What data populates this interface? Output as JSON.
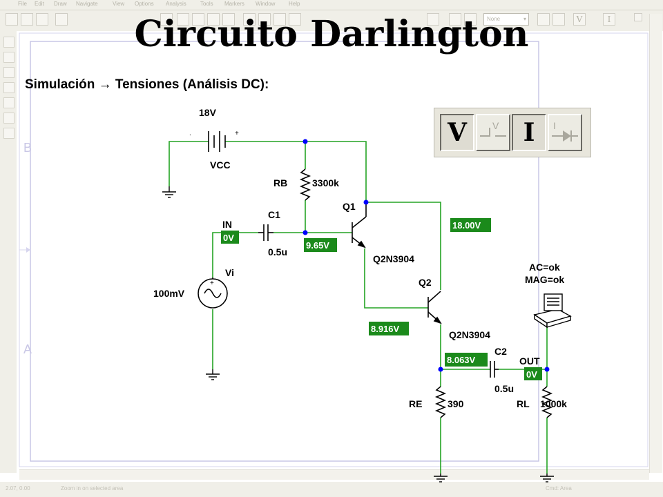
{
  "menu": {
    "items": [
      "File",
      "Edit",
      "Draw",
      "Navigate",
      "View",
      "Options",
      "Analysis",
      "Tools",
      "Markers",
      "Window",
      "Help"
    ]
  },
  "toolbar": {
    "combo_value": "None"
  },
  "slide": {
    "title": "Circuito Darlington",
    "subtitle": "Simulación → Tensiones (Análisis DC):"
  },
  "vi_toolbar": {
    "v_label": "V",
    "i_label": "I"
  },
  "schematic": {
    "border_labels": {
      "b": "B",
      "a": "A"
    },
    "vcc": {
      "value": "18V",
      "name": "VCC",
      "plus": "+",
      "minus": "."
    },
    "rb": {
      "name": "RB",
      "value": "3300k"
    },
    "c1": {
      "name": "C1",
      "value": "0.5u"
    },
    "q1": {
      "name": "Q1",
      "model": "Q2N3904"
    },
    "q2": {
      "name": "Q2",
      "model": "Q2N3904"
    },
    "vi": {
      "name": "Vi",
      "value": "100mV"
    },
    "in_label": "IN",
    "c2": {
      "name": "C2",
      "value": "0.5u"
    },
    "out_label": "OUT",
    "re": {
      "name": "RE",
      "value": "390"
    },
    "rl": {
      "name": "RL",
      "value": "1000k"
    },
    "probe": {
      "ac": "AC=ok",
      "mag": "MAG=ok"
    },
    "voltages": {
      "in": "0V",
      "base_q1": "9.65V",
      "collector": "18.00V",
      "base_q2": "8.916V",
      "emitter_q2": "8.063V",
      "out": "0V"
    },
    "colors": {
      "wire": "#23a323",
      "node": "#0000ff",
      "badge": "#1b8a1b",
      "component": "#000000"
    }
  },
  "status": {
    "coords": "2.07, 0.00",
    "message": "Zoom in on selected area",
    "right": "Cmd: Area"
  }
}
